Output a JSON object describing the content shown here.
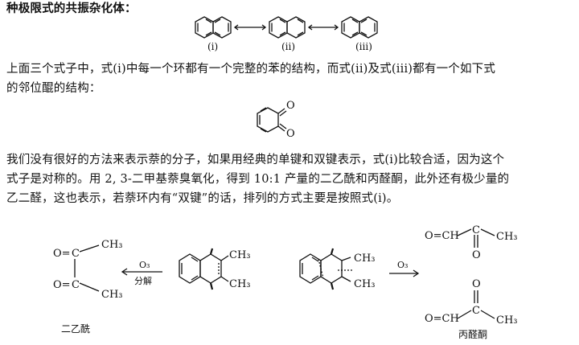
{
  "text": {
    "line1": "种极限式的共振杂化体：",
    "line2": "上面三个式子中，式(i)中每一个环都有一个完整的苯的结构，而式(ii)及式(iii)都有一个如下式",
    "line3": "的邻位醌的结构：",
    "line4": "我们没有很好的方法来表示萘的分子，如果用经典的单键和双键表示，式(i)比较合适，因为这个",
    "line5": "式子是对称的。用 2, 3-二甲基萘臭氧化，得到 10:1 产量的二乙酰和丙醛酮，此外还有极少量的",
    "line6": "乙二醛，这也表示，若萘环内有“双键”的话，排列的方式主要是按照式(i)。"
  },
  "labels": {
    "i": "(i)",
    "ii": "(ii)",
    "iii": "(iii)",
    "o": "O",
    "o_eq": "O=",
    "ch3": "CH₃",
    "c": "C",
    "o3": "O₃",
    "fenjie": "分解",
    "ch": "O=CH",
    "product_left": "二乙酰",
    "product_right": "丙醛酮"
  }
}
